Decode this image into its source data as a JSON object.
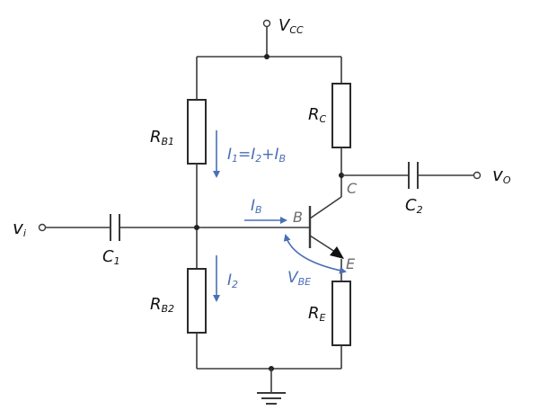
{
  "diagram": {
    "supply": {
      "main": "V",
      "sub": "CC"
    },
    "input": {
      "main": "v",
      "sub": "i"
    },
    "output": {
      "main": "v",
      "sub": "O"
    },
    "rb1": {
      "main": "R",
      "sub": "B1"
    },
    "rb2": {
      "main": "R",
      "sub": "B2"
    },
    "rc": {
      "main": "R",
      "sub": "C"
    },
    "re": {
      "main": "R",
      "sub": "E"
    },
    "c1": {
      "main": "C",
      "sub": "1"
    },
    "c2": {
      "main": "C",
      "sub": "2"
    },
    "base_letter": "B",
    "collector_letter": "C",
    "emitter_letter": "E",
    "i1_eq": {
      "a": "I",
      "a_sub": "1",
      "eq": "=",
      "b": "I",
      "b_sub": "2",
      "plus": "+",
      "c": "I",
      "c_sub": "B"
    },
    "i2": {
      "main": "I",
      "sub": "2"
    },
    "ib": {
      "main": "I",
      "sub": "B"
    },
    "vbe": {
      "main": "V",
      "sub": "BE"
    },
    "colors": {
      "wire": "#3a3a3a",
      "annotation": "#4a6fb5",
      "terminal_letters": "#6b6b6b"
    }
  }
}
